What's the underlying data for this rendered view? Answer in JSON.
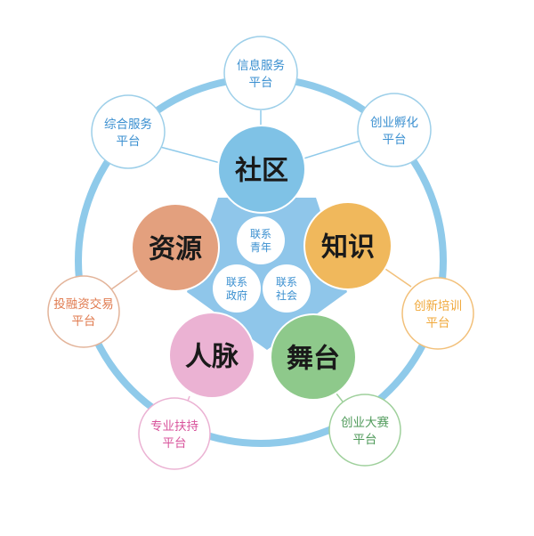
{
  "colors": {
    "ring": "#8fcaea",
    "pentagon": "#8fc6ea",
    "blue_text": "#3a8fd0",
    "community": "#7fc2e6",
    "resources": "#e3a07e",
    "knowledge": "#f0b85c",
    "network": "#ebb2d3",
    "stage": "#8ec98b"
  },
  "main_nodes": {
    "community": "社区",
    "resources": "资源",
    "knowledge": "知识",
    "network": "人脉",
    "stage": "舞台"
  },
  "inner_nodes": {
    "youth": [
      "联系",
      "青年"
    ],
    "government": [
      "联系",
      "政府"
    ],
    "society": [
      "联系",
      "社会"
    ]
  },
  "satellites": {
    "info_service": [
      "信息服务",
      "平台"
    ],
    "integrated_service": [
      "综合服务",
      "平台"
    ],
    "incubation": [
      "创业孵化",
      "平台"
    ],
    "investment": [
      "投融资交易",
      "平台"
    ],
    "training": [
      "创新培训",
      "平台"
    ],
    "support": [
      "专业扶持",
      "平台"
    ],
    "competition": [
      "创业大赛",
      "平台"
    ]
  }
}
